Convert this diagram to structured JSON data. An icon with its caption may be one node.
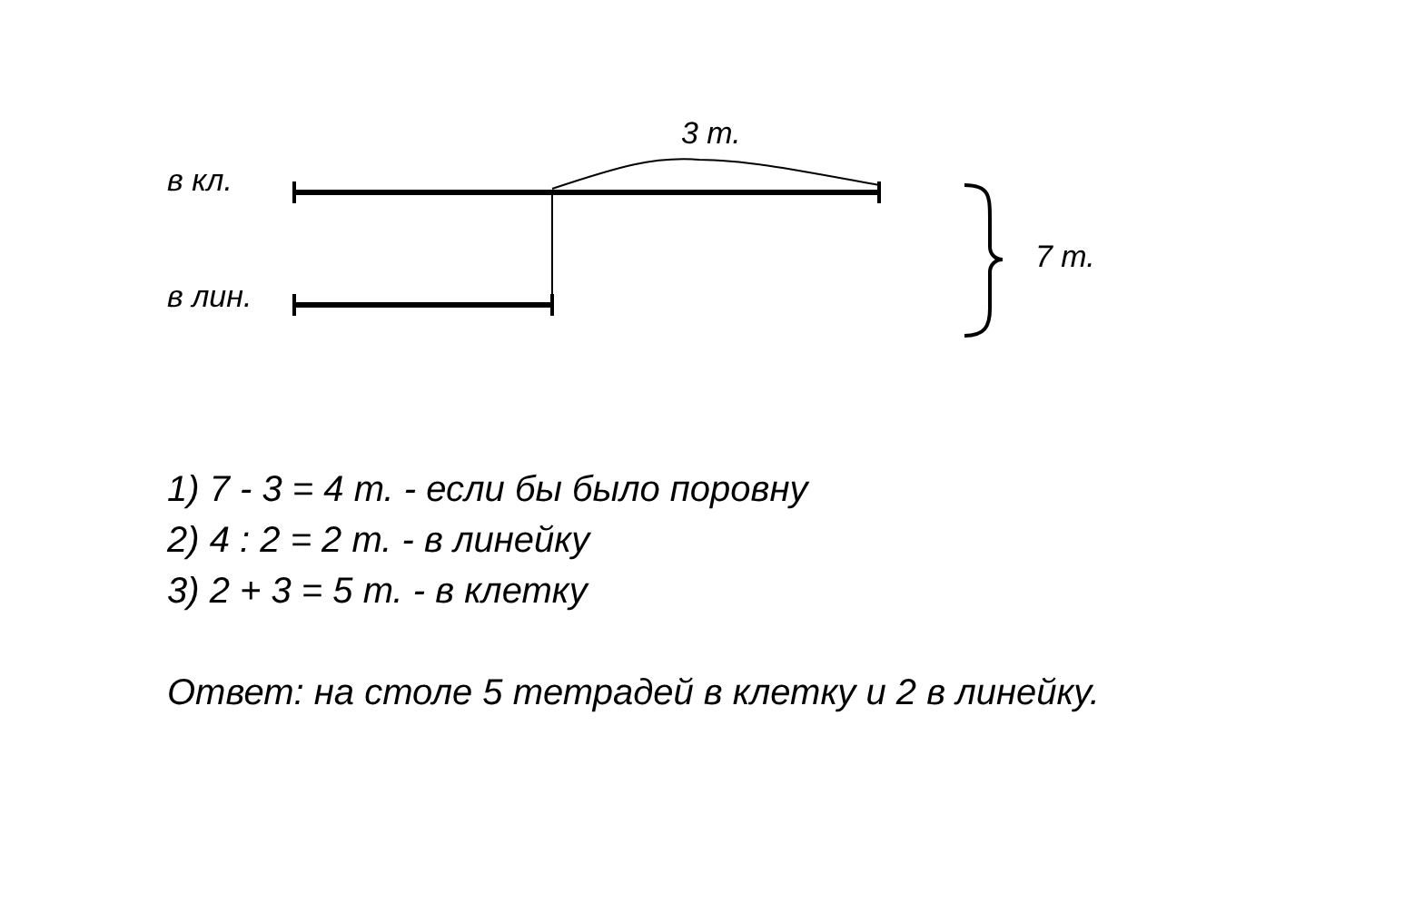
{
  "diagram": {
    "labels": [
      "3 т.",
      "в кл.",
      "7 т.",
      "в лин.",
      "1) 7 - 3 = 4 т. - если бы было поровну",
      "2) 4 : 2 = 2 т. - в линейку",
      "3) 2 + 3 = 5 т. - в клетку",
      "Ответ: на столе 5 тетрадей в клетку и 2 в линейку."
    ]
  }
}
